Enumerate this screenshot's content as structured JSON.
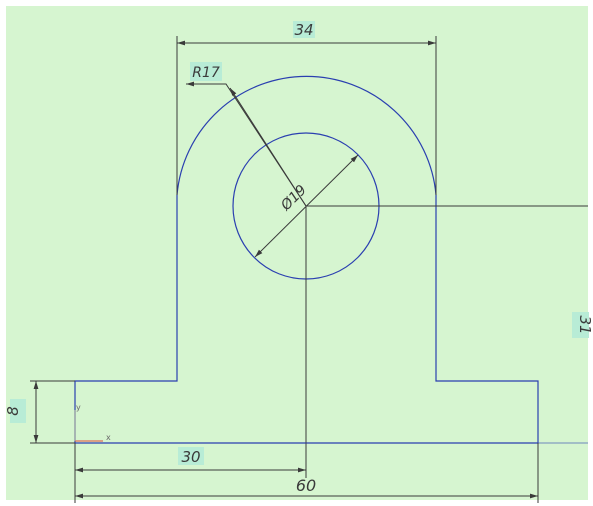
{
  "drawing": {
    "background": "#d6f5d0",
    "outline_color": "#2a3fb0",
    "dimension_color": "#3a3a3a",
    "highlight_color": "#b8ecd6"
  },
  "dimensions": {
    "top_width": "34",
    "arc_radius": "R17",
    "hole_diameter": "Ø19",
    "center_height": "31",
    "base_height": "8",
    "half_width": "30",
    "total_width": "60"
  },
  "origin_axes": {
    "x_label": "x",
    "y_label": "y"
  }
}
